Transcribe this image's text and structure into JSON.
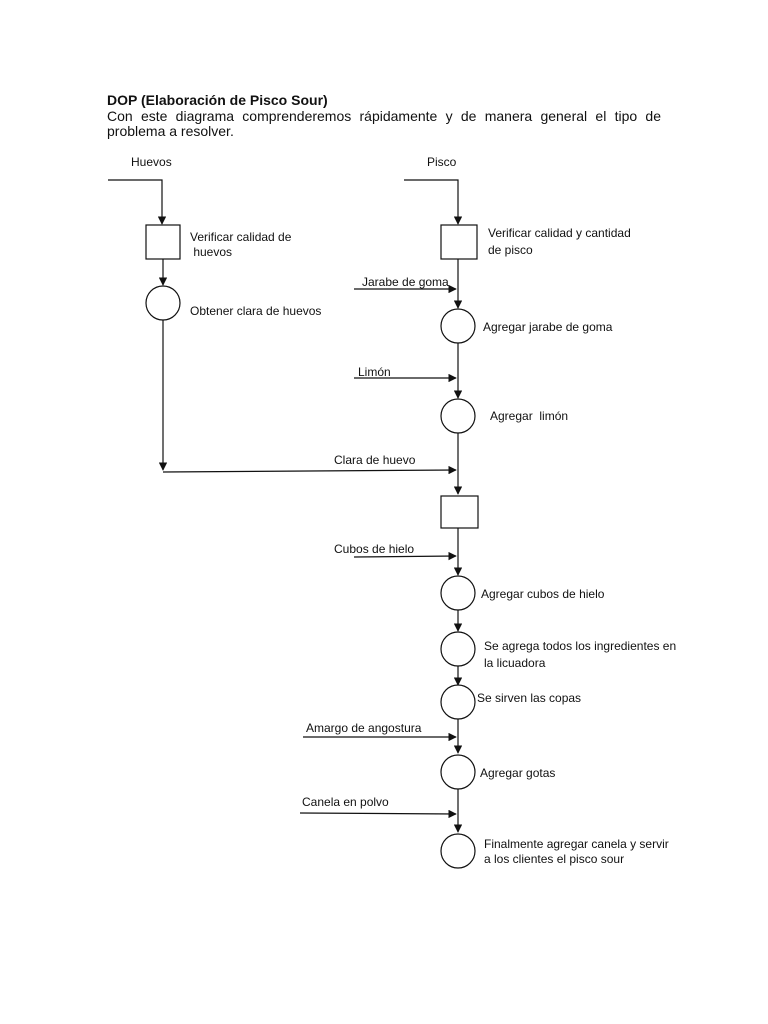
{
  "header": {
    "title": "DOP  (Elaboración de Pisco Sour)",
    "intro_line1": "Con este diagrama comprenderemos rápidamente y de manera general el tipo de",
    "intro_line2": "problema a resolver."
  },
  "inputs": {
    "huevos": "Huevos",
    "pisco": "Pisco",
    "jarabe": "Jarabe de goma",
    "limon": "Limón",
    "clara": "Clara de huevo",
    "cubos": "Cubos de hielo",
    "amargo": "Amargo de angostura",
    "canela": "Canela en polvo"
  },
  "steps": {
    "verificar_huevos": [
      "Verificar calidad de",
      " huevos"
    ],
    "obtener_clara": "Obtener clara de huevos",
    "verificar_pisco": [
      "Verificar calidad y cantidad",
      "de pisco"
    ],
    "agregar_jarabe": "Agregar jarabe de goma",
    "agregar_limon": "Agregar  limón",
    "agregar_cubos": "Agregar cubos de hielo",
    "licuadora": [
      "Se agrega todos los ingredientes en",
      "la licuadora"
    ],
    "servir_copas": "Se sirven las copas",
    "agregar_gotas": "Agregar gotas",
    "final": [
      "Finalmente agregar canela y servir",
      "a los clientes el pisco sour"
    ]
  }
}
